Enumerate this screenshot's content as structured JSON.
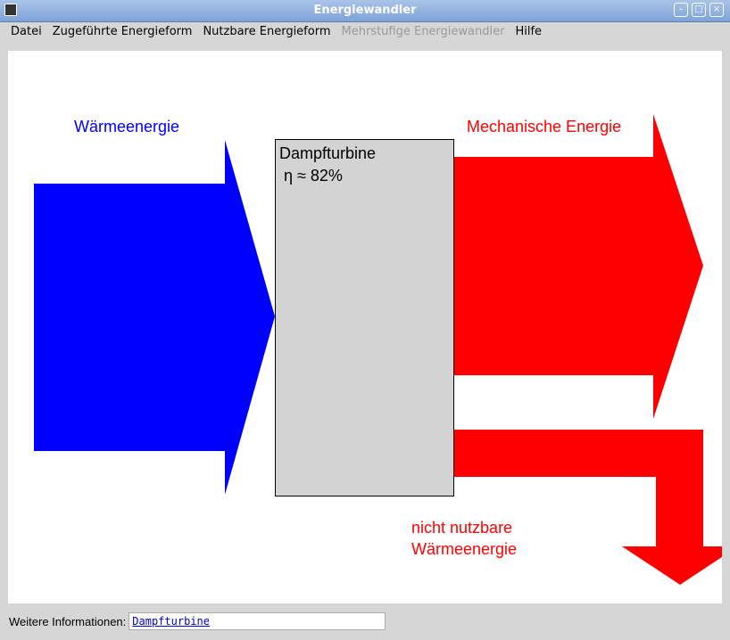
{
  "window": {
    "title": "Energiewandler"
  },
  "menu": [
    "Datei",
    "Zugeführte Energieform",
    "Nutzbare Energieform",
    "Mehrstufige Energiewandler",
    "Hilfe"
  ],
  "menu_disabled": [
    false,
    false,
    false,
    true,
    false
  ],
  "diagram": {
    "input_label": "Wärmeenergie",
    "converter": "Dampfturbine",
    "efficiency": "η ≈ 82%",
    "output_label": "Mechanische Energie",
    "loss_label_1": "nicht nutzbare",
    "loss_label_2": "Wärmeenergie",
    "colors": {
      "input": "#0000ff",
      "output": "#ff0000",
      "converter": "#d3d3d3"
    }
  },
  "footer": {
    "label": "Weitere Informationen:",
    "link": "Dampfturbine"
  }
}
